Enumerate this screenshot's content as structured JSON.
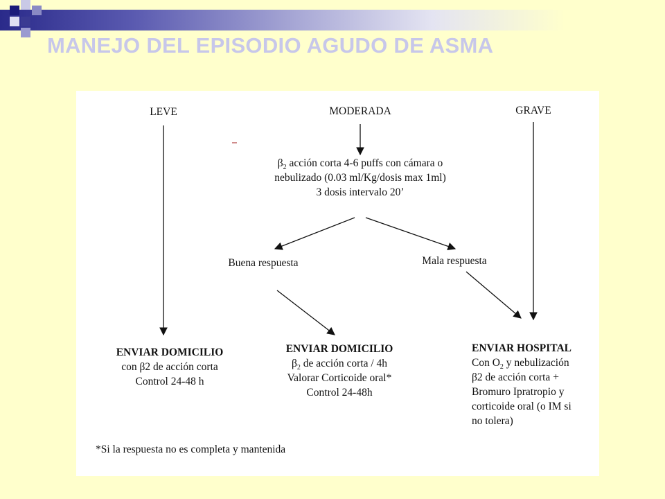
{
  "slide": {
    "title": "MANEJO DEL EPISODIO AGUDO DE ASMA"
  },
  "diagram": {
    "severity": {
      "leve": "LEVE",
      "moderada": "MODERADA",
      "grave": "GRAVE"
    },
    "initial_treatment": {
      "line1_drug": "β",
      "line1_sub": "2",
      "line1_rest": " acción corta 4-6 puffs con cámara o",
      "line2": "nebulizado (0.03 ml/Kg/dosis max 1ml)",
      "line3": "3 dosis intervalo 20’"
    },
    "responses": {
      "good": "Buena respuesta",
      "bad": "Mala respuesta"
    },
    "outcome_leve": {
      "line1": "ENVIAR DOMICILIO",
      "line2": "con β2 de acción corta",
      "line3": "Control 24-48 h"
    },
    "outcome_good": {
      "line1": "ENVIAR DOMICILIO",
      "line2_drug": "β",
      "line2_sub": "2",
      "line2_rest": " de acción corta / 4h",
      "line3": "Valorar Corticoide oral*",
      "line4": "Control 24-48h"
    },
    "outcome_hospital": {
      "line1": "ENVIAR HOSPITAL",
      "line2_pre": "Con O",
      "line2_sub": "2",
      "line2_post": " y nebulización",
      "line3": "β2 de acción corta +",
      "line4": "Bromuro Ipratropio y",
      "line5": "corticoide oral (o IM si",
      "line6": "no tolera)"
    },
    "footnote": "*Si la respuesta no es completa y mantenida"
  }
}
